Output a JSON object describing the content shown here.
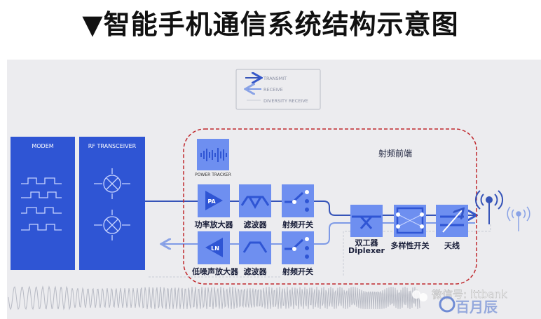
{
  "title": "▼智能手机通信系统结构示意图",
  "legend": {
    "transmit": "TRANSMIT",
    "receive": "RECEIVE",
    "diversity": "DIVERSITY RECEIVE"
  },
  "modem": {
    "label": "MODEM"
  },
  "transceiver": {
    "label": "RF TRANSCEIVER"
  },
  "frontend": {
    "label": "射频前端",
    "power_tracker": "POWER TRACKER",
    "pa": {
      "icon": "PA",
      "label": "功率放大器"
    },
    "lna": {
      "icon": "LN",
      "label": "低噪声放大器"
    },
    "filter_tx": "滤波器",
    "filter_rx": "滤波器",
    "switch_tx": "射频开关",
    "switch_rx": "射频开关",
    "diplexer": {
      "label1": "双工器",
      "label2": "Diplexer"
    },
    "diversity_switch": "多样性开关",
    "antenna": "天线"
  },
  "watermark": {
    "text": "微信号: ittbank",
    "logo": "百月辰"
  },
  "colors": {
    "block": "#6e8ff0",
    "dark": "#2f55d4",
    "border": "#c0282d"
  }
}
